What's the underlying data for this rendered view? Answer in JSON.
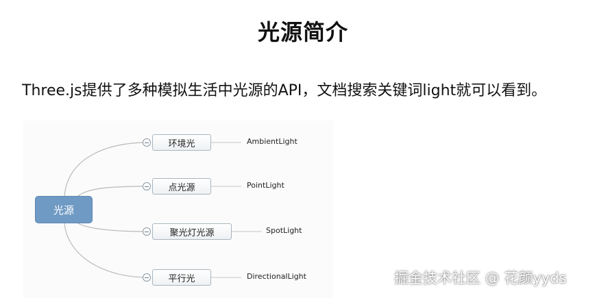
{
  "title": "光源简介",
  "intro": "Three.js提供了多种模拟生活中光源的API，文档搜索关键词light就可以看到。",
  "mindmap": {
    "root": "光源",
    "branches": [
      {
        "label": "环境光",
        "leaf": "AmbientLight"
      },
      {
        "label": "点光源",
        "leaf": "PointLight"
      },
      {
        "label": "聚光灯光源",
        "leaf": "SpotLight"
      },
      {
        "label": "平行光",
        "leaf": "DirectionalLight"
      }
    ]
  },
  "watermark": "掘金技术社区 @ 花颜yyds",
  "colors": {
    "root_fill": "#6f9ac4",
    "node_border": "#a9b4be",
    "line": "#b9b9b9"
  }
}
